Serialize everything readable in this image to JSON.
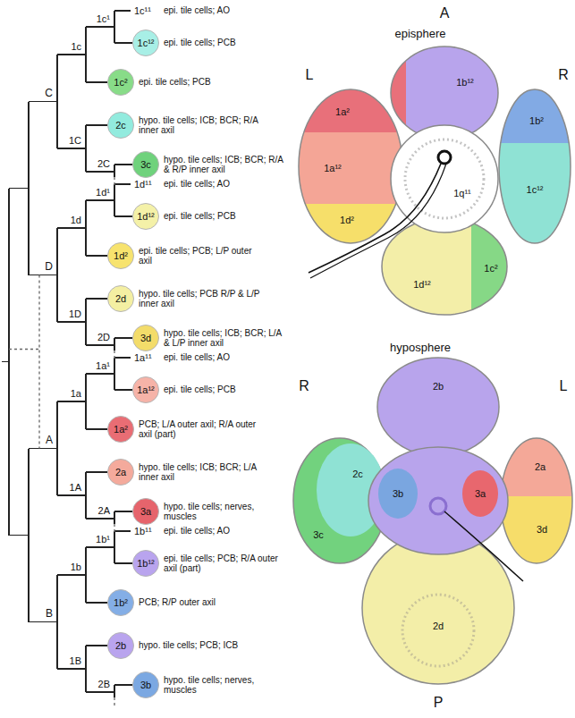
{
  "diagram": {
    "nodes": [
      {
        "text": [
          "1c¹²"
        ]
      },
      {
        "text": [
          "1c²"
        ]
      },
      {
        "text": [
          "2c"
        ]
      },
      {
        "text": [
          "3c"
        ]
      },
      {
        "text": [
          "1d¹²"
        ]
      },
      {
        "text": [
          "1d²"
        ]
      },
      {
        "text": [
          "2d"
        ]
      },
      {
        "text": [
          "3d"
        ]
      },
      {
        "text": [
          "1a¹²"
        ]
      },
      {
        "text": [
          "1a²"
        ]
      },
      {
        "text": [
          "2a"
        ]
      },
      {
        "text": [
          "3a"
        ]
      },
      {
        "text": [
          "1b¹²"
        ]
      },
      {
        "text": [
          "1b²"
        ]
      },
      {
        "text": [
          "2b"
        ]
      },
      {
        "text": [
          "3b"
        ]
      }
    ],
    "labels": [
      "1c¹¹",
      "epi. tile cells; AO",
      "1c¹",
      "epi. tile cells; PCB",
      "1c",
      "epi. tile cells; PCB",
      "C",
      "1C",
      "hypo. tile cells; ICB; BCR; R/A inner axil",
      "2C",
      "hypo. tile cells; ICB; BCR; R/A & R/P inner axil",
      "1d¹¹",
      "epi. tile cells; AO",
      "1d¹",
      "epi. tile cells; PCB",
      "1d",
      "epi. tile cells; PCB; L/P outer axil",
      "D",
      "1D",
      "hypo. tile cells; PCB R/P & L/P inner axil",
      "2D",
      "hypo. tile cells; ICB; BCR; L/A & L/P inner axil",
      "1a¹¹",
      "epi. tile cells; AO",
      "1a¹",
      "epi. tile cells; PCB",
      "1a",
      "PCB; L/A outer axil; R/A outer axil (part)",
      "A",
      "1A",
      "hypo. tile cells; ICB; BCR; L/A inner axil",
      "2A",
      "hypo. tile cells; nerves, muscles",
      "1b¹¹",
      "epi. tile cells; AO",
      "1b¹",
      "epi. tile cells; PCB; R/A outer axil (part)",
      "1b",
      "PCB; R/P outer axil",
      "B",
      "1B",
      "hypo. tile cells; PCB; ICB",
      "2B",
      "hypo. tile cells; nerves, muscles",
      "episphere",
      "A",
      "L",
      "R",
      "1b¹²",
      "1a²",
      "1a¹²",
      "1q¹¹",
      "1b²",
      "1c¹²",
      "1d²",
      "1c²",
      "1d¹²",
      "hyposphere",
      "2b",
      "R",
      "L",
      "2c",
      "3b",
      "3a",
      "2a",
      "3c",
      "3d",
      "2d",
      "P"
    ]
  }
}
